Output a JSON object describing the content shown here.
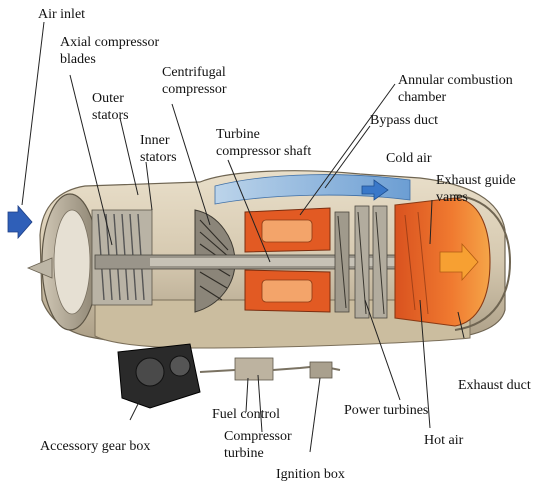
{
  "labels": {
    "air_inlet": "Air inlet",
    "axial_compressor_blades_1": "Axial compressor",
    "axial_compressor_blades_2": "blades",
    "centrifugal_compressor_1": "Centrifugal",
    "centrifugal_compressor_2": "compressor",
    "outer_stators_1": "Outer",
    "outer_stators_2": "stators",
    "inner_stators_1": "Inner",
    "inner_stators_2": "stators",
    "turbine_compressor_shaft_1": "Turbine",
    "turbine_compressor_shaft_2": "compressor shaft",
    "annular_combustion_chamber_1": "Annular combustion",
    "annular_combustion_chamber_2": "chamber",
    "bypass_duct": "Bypass duct",
    "cold_air": "Cold air",
    "exhaust_guide_vanes_1": "Exhaust guide",
    "exhaust_guide_vanes_2": "vanes",
    "exhaust_duct": "Exhaust duct",
    "power_turbines": "Power turbines",
    "hot_air": "Hot air",
    "fuel_control": "Fuel control",
    "compressor_turbine_1": "Compressor",
    "compressor_turbine_2": "turbine",
    "accessory_gear_box": "Accessory gear box",
    "ignition_box": "Ignition box"
  },
  "colors": {
    "casing": "#d9cdb6",
    "casing_dark": "#9c8f78",
    "hot_section": "#f06a2a",
    "flame": "#f7a032",
    "cold_flow": "#4a7fc7",
    "blades": "#8a8a8a",
    "gearbox": "#2a2a2a"
  }
}
